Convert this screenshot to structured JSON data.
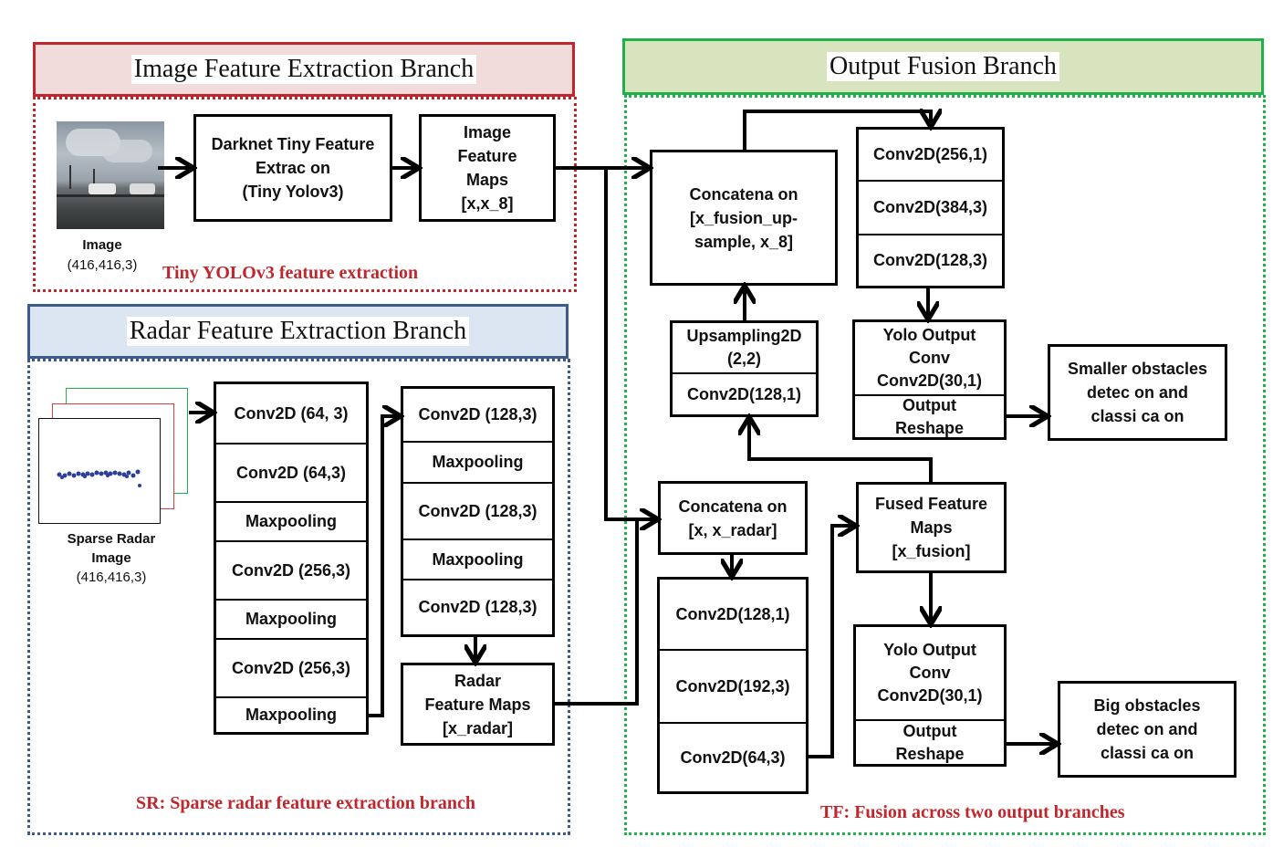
{
  "branches": {
    "image": {
      "header": "Image Feature Extraction Branch",
      "caption": "Tiny YOLOv3 feature extraction"
    },
    "radar": {
      "header": "Radar Feature Extraction Branch",
      "caption": "SR: Sparse radar feature extraction branch"
    },
    "fusion": {
      "header": "Output Fusion Branch",
      "caption": "TF: Fusion across two output branches"
    }
  },
  "inputs": {
    "image_label": "Image",
    "image_shape": "(416,416,3)",
    "radar_label": "Sparse Radar\nImage",
    "radar_shape": "(416,416,3)"
  },
  "nodes": {
    "darknet": "Darknet Tiny Feature\nExtrac  on\n(Tiny Yolov3)",
    "image_maps": "Image\nFeature\nMaps\n[x,x_8]",
    "radar_col1": [
      "Conv2D (64, 3)",
      "Conv2D (64,3)",
      "Maxpooling",
      "Conv2D (256,3)",
      "Maxpooling",
      "Conv2D (256,3)",
      "Maxpooling"
    ],
    "radar_col2": [
      "Conv2D (128,3)",
      "Maxpooling",
      "Conv2D (128,3)",
      "Maxpooling",
      "Conv2D (128,3)"
    ],
    "radar_maps": "Radar\nFeature Maps\n[x_radar]",
    "concat_top": "Concatena  on\n[x_fusion_up-\nsample, x_8]",
    "upsampling": [
      "Upsampling2D\n(2,2)",
      "Conv2D(128,1)"
    ],
    "top_convs": [
      "Conv2D(256,1)",
      "Conv2D(384,3)",
      "Conv2D(128,3)"
    ],
    "yolo_top": [
      "Yolo Output\nConv\nConv2D(30,1)",
      "Output\nReshape"
    ],
    "smaller_obstacles": "Smaller obstacles\ndetec  on and\nclassi  ca  on",
    "concat_bottom": "Concatena  on\n[x, x_radar]",
    "bottom_convs": [
      "Conv2D(128,1)",
      "Conv2D(192,3)",
      "Conv2D(64,3)"
    ],
    "fused_maps": "Fused Feature\nMaps\n[x_fusion]",
    "yolo_bottom": [
      "Yolo Output\nConv\nConv2D(30,1)",
      "Output\nReshape"
    ],
    "big_obstacles": "Big obstacles\ndetec  on and\nclassi  ca  on"
  },
  "colors": {
    "image_branch": "#c0272d",
    "image_header_fill": "#f2dcdb",
    "radar_branch": "#3c5a8c",
    "radar_header_fill": "#dce6f2",
    "fusion_branch": "#22b04a",
    "fusion_header_fill": "#d7e4bd",
    "radar_points": "#2b3f9a"
  }
}
